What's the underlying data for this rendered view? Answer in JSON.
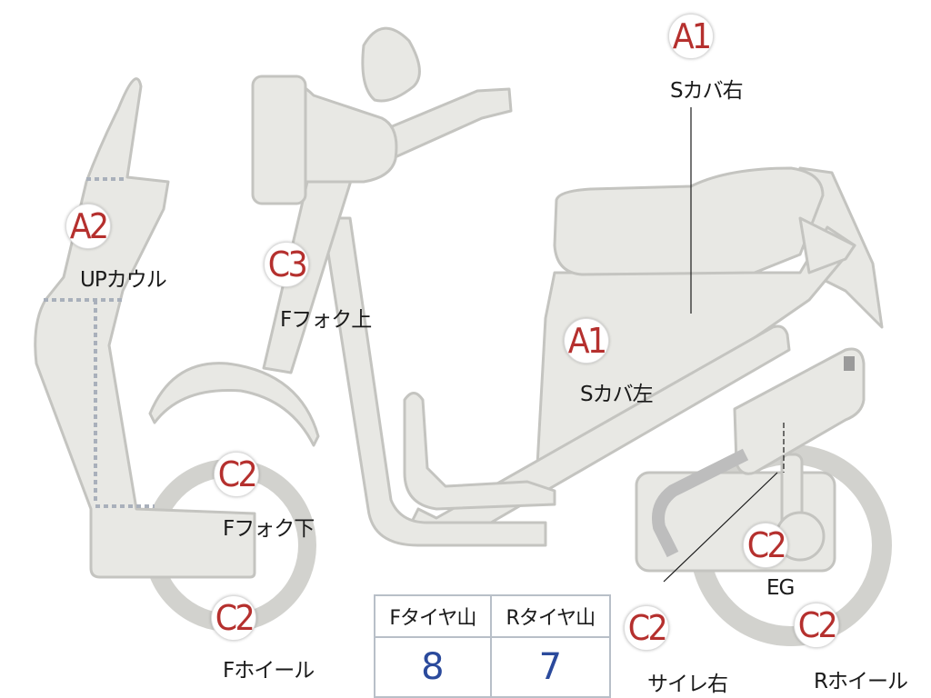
{
  "colors": {
    "body_fill": "#e8e8e4",
    "body_stroke": "#c4c4c0",
    "badge_text": "#b5302e",
    "value_text": "#2b4a9c",
    "table_border": "#b8bfc8",
    "dotted_line": "#a9b0bb",
    "exhaust": "#bdbdbd"
  },
  "parts": [
    {
      "code": "A1",
      "label": "Sカバ右"
    },
    {
      "code": "A2",
      "label": "UPカウル"
    },
    {
      "code": "C3",
      "label": "Fフォク上"
    },
    {
      "code": "A1",
      "label": "Sカバ左"
    },
    {
      "code": "C2",
      "label": "Fフォク下"
    },
    {
      "code": "C2",
      "label": "Fホイール"
    },
    {
      "code": "C2",
      "label": "EG"
    },
    {
      "code": "C2",
      "label": "サイレ右"
    },
    {
      "code": "C2",
      "label": "Rホイール"
    }
  ],
  "tire_table": {
    "headers": [
      "Fタイヤ山",
      "Rタイヤ山"
    ],
    "values": [
      "8",
      "7"
    ]
  }
}
